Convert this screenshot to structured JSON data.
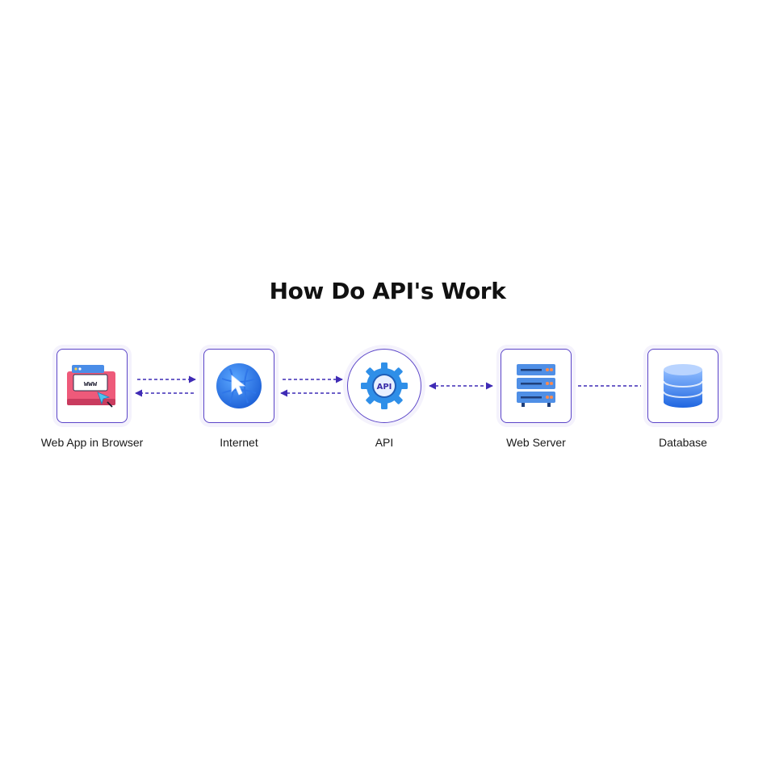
{
  "title": "How Do API's Work",
  "nodes": [
    {
      "label": "Web App in Browser",
      "icon": "browser-window-icon"
    },
    {
      "label": "Internet",
      "icon": "globe-icon"
    },
    {
      "label": "API",
      "icon": "api-gear-icon",
      "icon_text": "API"
    },
    {
      "label": "Web Server",
      "icon": "server-rack-icon"
    },
    {
      "label": "Database",
      "icon": "database-icon"
    }
  ],
  "browser_icon_text": "www",
  "colors": {
    "frame_border": "#5b45c8",
    "connector": "#3f2bb5",
    "title": "#111111"
  }
}
